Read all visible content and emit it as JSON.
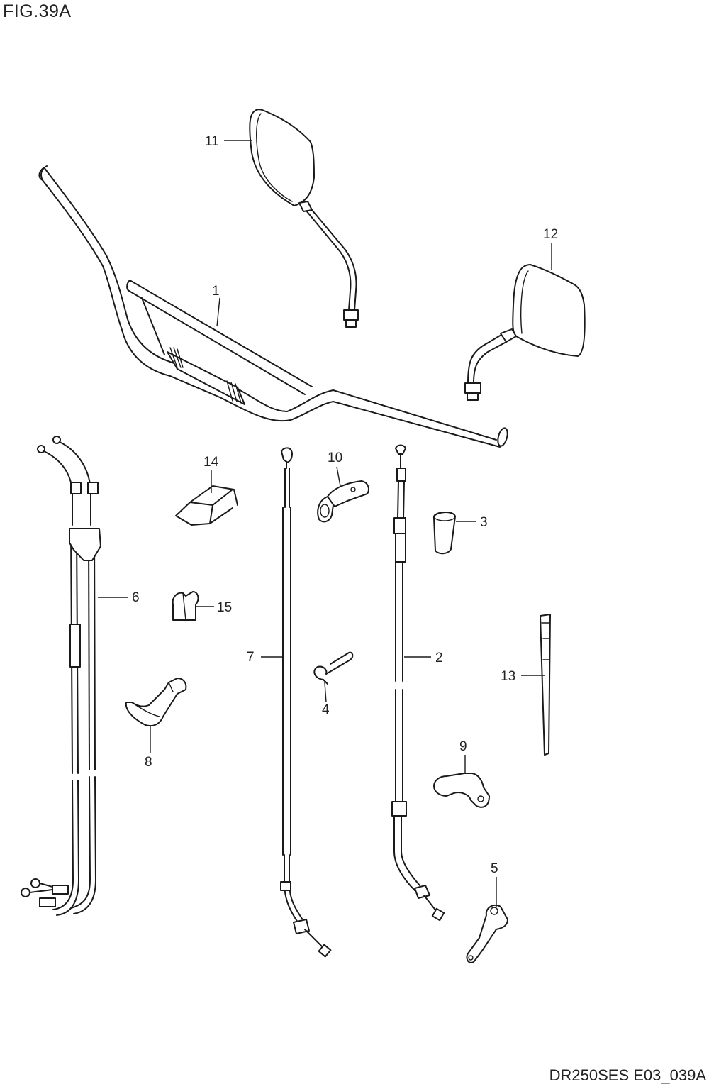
{
  "figure": {
    "title": "FIG.39A",
    "code": "DR250SES E03_039A"
  },
  "parts": [
    {
      "id": "p1",
      "num": "1"
    },
    {
      "id": "p2",
      "num": "2"
    },
    {
      "id": "p3",
      "num": "3"
    },
    {
      "id": "p4",
      "num": "4"
    },
    {
      "id": "p5",
      "num": "5"
    },
    {
      "id": "p6",
      "num": "6"
    },
    {
      "id": "p7",
      "num": "7"
    },
    {
      "id": "p8",
      "num": "8"
    },
    {
      "id": "p9",
      "num": "9"
    },
    {
      "id": "p10",
      "num": "10"
    },
    {
      "id": "p11",
      "num": "11"
    },
    {
      "id": "p12",
      "num": "12"
    },
    {
      "id": "p13",
      "num": "13"
    },
    {
      "id": "p14",
      "num": "14"
    },
    {
      "id": "p15",
      "num": "15"
    }
  ]
}
